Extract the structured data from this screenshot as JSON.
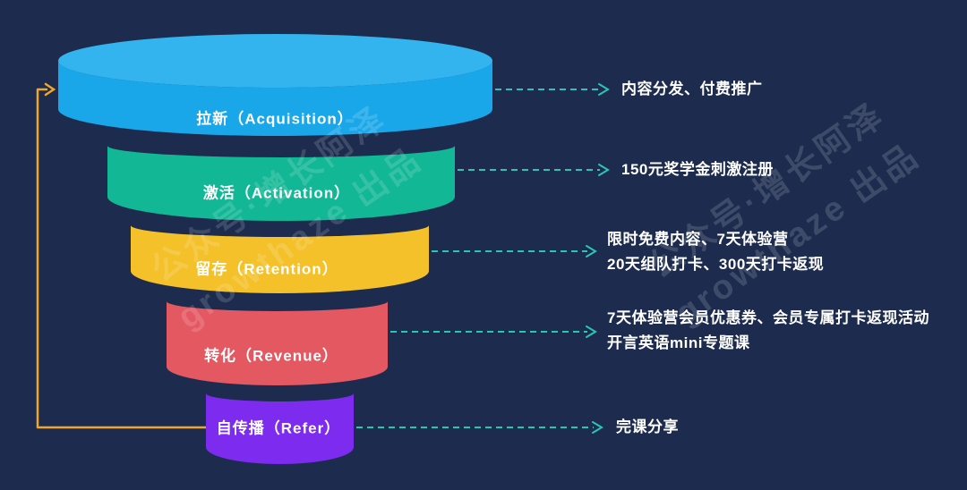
{
  "background_color": "#1d2c4e",
  "watermark": {
    "line1": "公众号·增长阿泽",
    "line2": "growthaze 出品"
  },
  "funnel": {
    "layers": [
      {
        "id": "acquisition",
        "label": "拉新（Acquisition）",
        "color": "#1aa7e9",
        "top_color": "#33b4ee",
        "annotation_lines": [
          "内容分发、付费推广"
        ]
      },
      {
        "id": "activation",
        "label": "激活（Activation）",
        "color": "#12b795",
        "annotation_lines": [
          "150元奖学金刺激注册"
        ]
      },
      {
        "id": "retention",
        "label": "留存（Retention）",
        "color": "#f4c12a",
        "annotation_lines": [
          "限时免费内容、7天体验营",
          "20天组队打卡、300天打卡返现"
        ]
      },
      {
        "id": "revenue",
        "label": "转化（Revenue）",
        "color": "#e45862",
        "annotation_lines": [
          "7天体验营会员优惠券、会员专属打卡返现活动",
          "开言英语mini专题课"
        ]
      },
      {
        "id": "refer",
        "label": "自传播（Refer）",
        "color": "#7e2bf0",
        "annotation_lines": [
          "完课分享"
        ]
      }
    ]
  },
  "colors": {
    "annotation_arrow": "#2cc5b2",
    "loop_arrow": "#f0a62b",
    "label_text": "#ffffff",
    "annotation_text": "#ffffff"
  }
}
